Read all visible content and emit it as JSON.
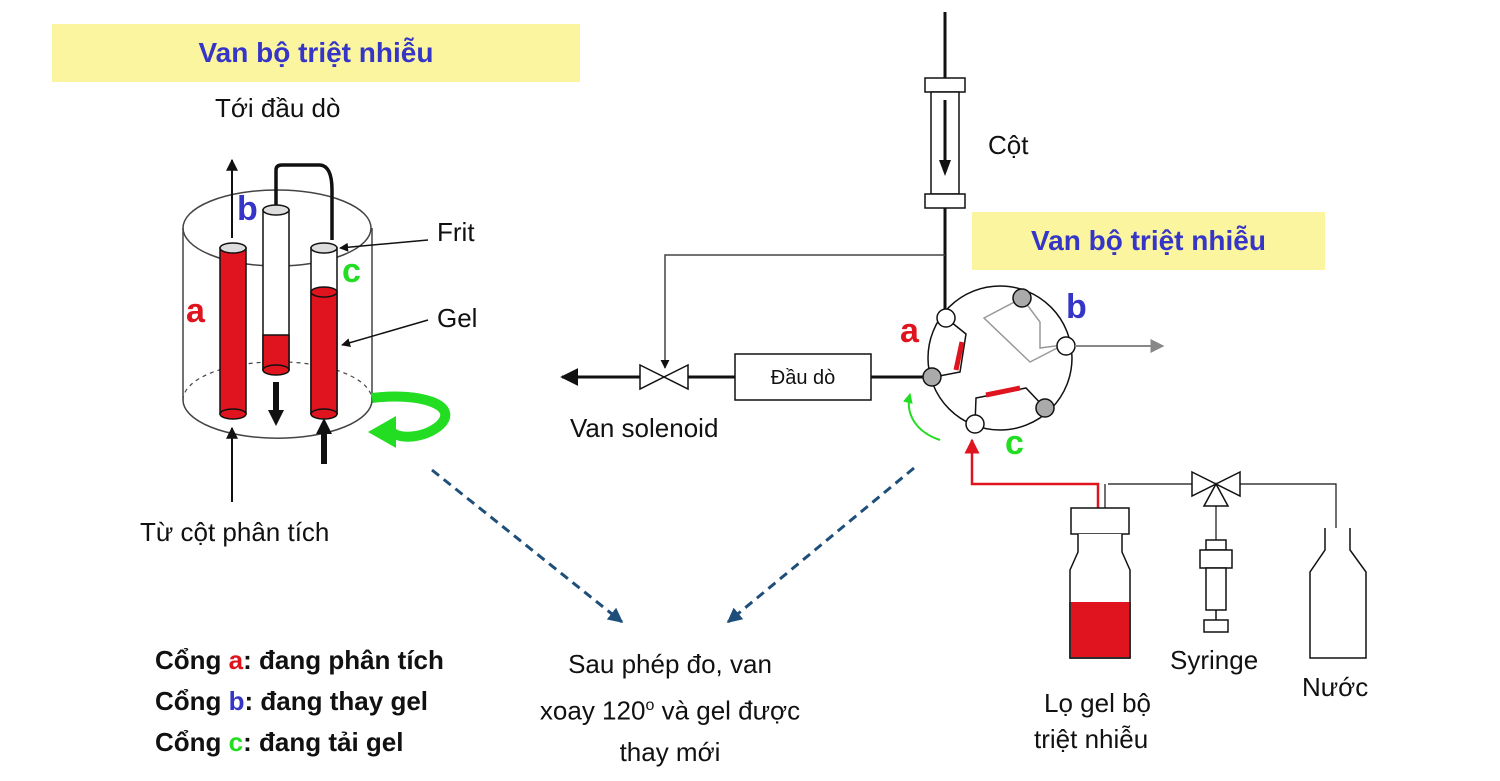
{
  "left_panel": {
    "title": "Van bộ triệt nhiễu",
    "to_detector": "Tới đầu dò",
    "from_column": "Từ cột phân tích",
    "frit": "Frit",
    "gel": "Gel",
    "ports": {
      "a": "a",
      "b": "b",
      "c": "c"
    }
  },
  "right_panel": {
    "title": "Van bộ triệt nhiễu",
    "column": "Cột",
    "detector_box": "Đầu dò",
    "solenoid_valve": "Van solenoid",
    "syringe": "Syringe",
    "water": "Nước",
    "gel_bottle_line1": "Lọ gel bộ",
    "gel_bottle_line2": "triệt nhiễu",
    "ports": {
      "a": "a",
      "b": "b",
      "c": "c"
    }
  },
  "legend": [
    {
      "prefix": "Cổng ",
      "port": "a",
      "suffix": ": đang phân tích",
      "color": "#e0141e"
    },
    {
      "prefix": "Cổng ",
      "port": "b",
      "suffix": ": đang thay gel",
      "color": "#3535c8"
    },
    {
      "prefix": "Cổng ",
      "port": "c",
      "suffix": ": đang tải gel",
      "color": "#22dd22"
    }
  ],
  "caption": {
    "line1": "Sau phép đo, van",
    "line2_pre": "xoay 120",
    "line2_sup": "o",
    "line2_post": " và gel được",
    "line3": "thay mới"
  },
  "colors": {
    "banner_bg": "#fbf59f",
    "title_text": "#3535c8",
    "port_a": "#e0141e",
    "port_b": "#3535c8",
    "port_c": "#22dd22",
    "gel_red": "#e0141e",
    "dashed_arrow": "#1e4f7a"
  }
}
